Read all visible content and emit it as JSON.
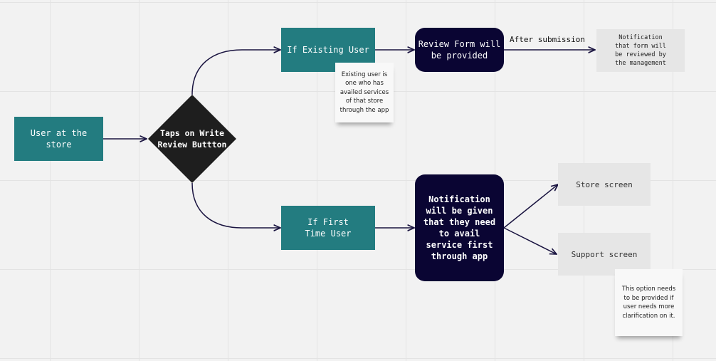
{
  "nodes": {
    "user_at_store": "User at the store",
    "decision": "Taps on Write Review Buttton",
    "existing_user": "If Existing User",
    "first_time_user": "If First Time User",
    "review_form": "Review Form will be provided",
    "notification_avail": "Notification will be given that they need to avail service first through app",
    "notification_reviewed": "Notification that form will be reviewed by the management",
    "store_screen": "Store screen",
    "support_screen": "Support screen"
  },
  "edge_labels": {
    "after_submission": "After submission"
  },
  "notes": {
    "existing_user_note": "Existing user is one who has availed services of that store through the app",
    "support_note": "This option needs to be provided if user needs more clarification on it."
  },
  "colors": {
    "teal": "#237c80",
    "navy": "#0a0533",
    "diamond": "#1e1e1e",
    "grey_box": "#e6e6e6",
    "connector": "#1a1440"
  }
}
